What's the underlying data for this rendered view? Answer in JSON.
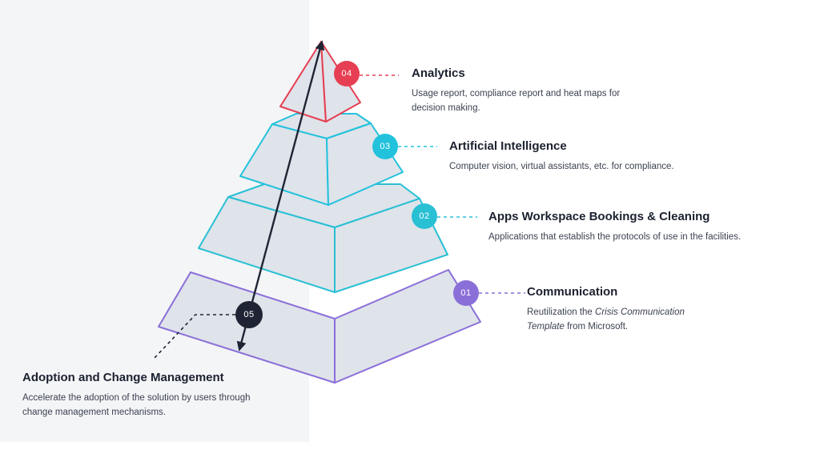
{
  "colors": {
    "analytics": "#e63e52",
    "ai": "#22c2dc",
    "apps": "#29c0d4",
    "communication": "#8a6fd8",
    "adoption": "#1e2433",
    "tier_fill": "#dfe3ea",
    "left_panel": "#f4f5f7"
  },
  "layers": [
    {
      "number": "04",
      "title": "Analytics",
      "desc": "Usage report, compliance report and heat maps for decision making."
    },
    {
      "number": "03",
      "title": "Artificial Intelligence",
      "desc": "Computer vision, virtual assistants, etc. for compliance."
    },
    {
      "number": "02",
      "title": "Apps Workspace Bookings & Cleaning",
      "desc": "Applications that establish the protocols of use in the facilities."
    },
    {
      "number": "01",
      "title": "Communication",
      "desc_before": "Reutilization the ",
      "desc_italic": "Crisis Communication Template",
      "desc_after": " from Microsoft."
    }
  ],
  "adoption": {
    "number": "05",
    "title": "Adoption and Change Management",
    "desc": "Accelerate the adoption of the solution by users through change management mechanisms."
  }
}
